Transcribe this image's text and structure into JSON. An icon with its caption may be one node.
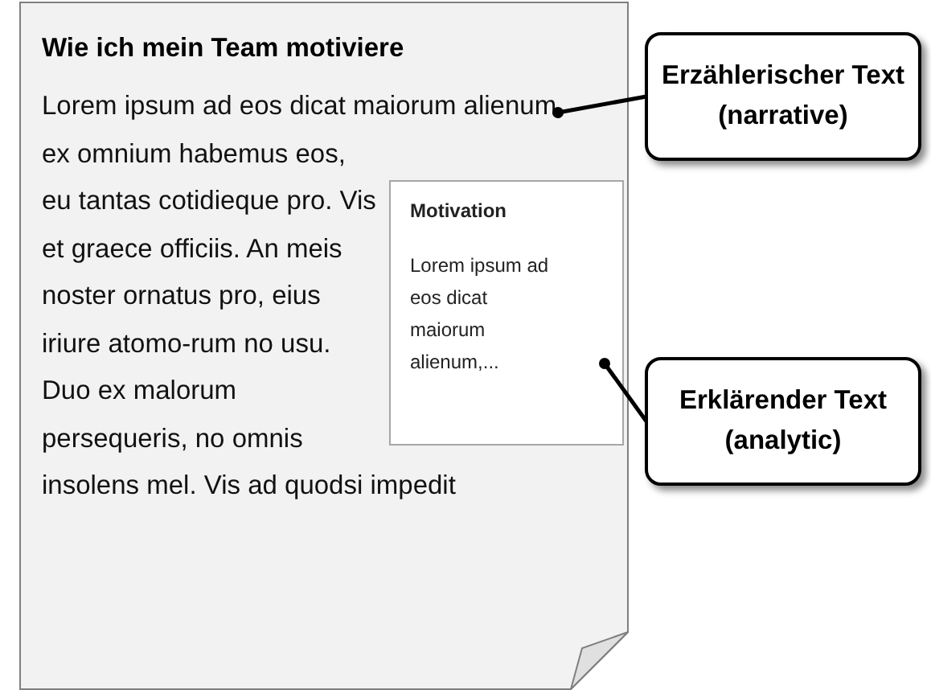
{
  "diagram": {
    "nodes": [
      {
        "text": [
          "Wie ich mein Team motiviere",
          "Lorem ipsum ad eos dicat maiorum alienum, ex omnium habemus eos, eu tantas cotidieque pro. Vis et graece officiis. An meis noster ornatus pro, eius iriure atomo-rum no usu. Duo ex malorum persequeris, no omnis insolens mel. Vis ad quodsi impedit"
        ]
      },
      {
        "text": [
          "Motivation",
          "Lorem ipsum ad eos dicat maiorum alienum,..."
        ],
        "in": 0
      },
      {
        "text": [
          "Erzählerischer Text (narrative)"
        ]
      },
      {
        "text": [
          "Erklärender Text (analytic)"
        ]
      }
    ],
    "edges": [
      {
        "from": 2,
        "to": 0,
        "arrow": "other"
      },
      {
        "from": 3,
        "to": 1,
        "arrow": "other"
      }
    ]
  }
}
